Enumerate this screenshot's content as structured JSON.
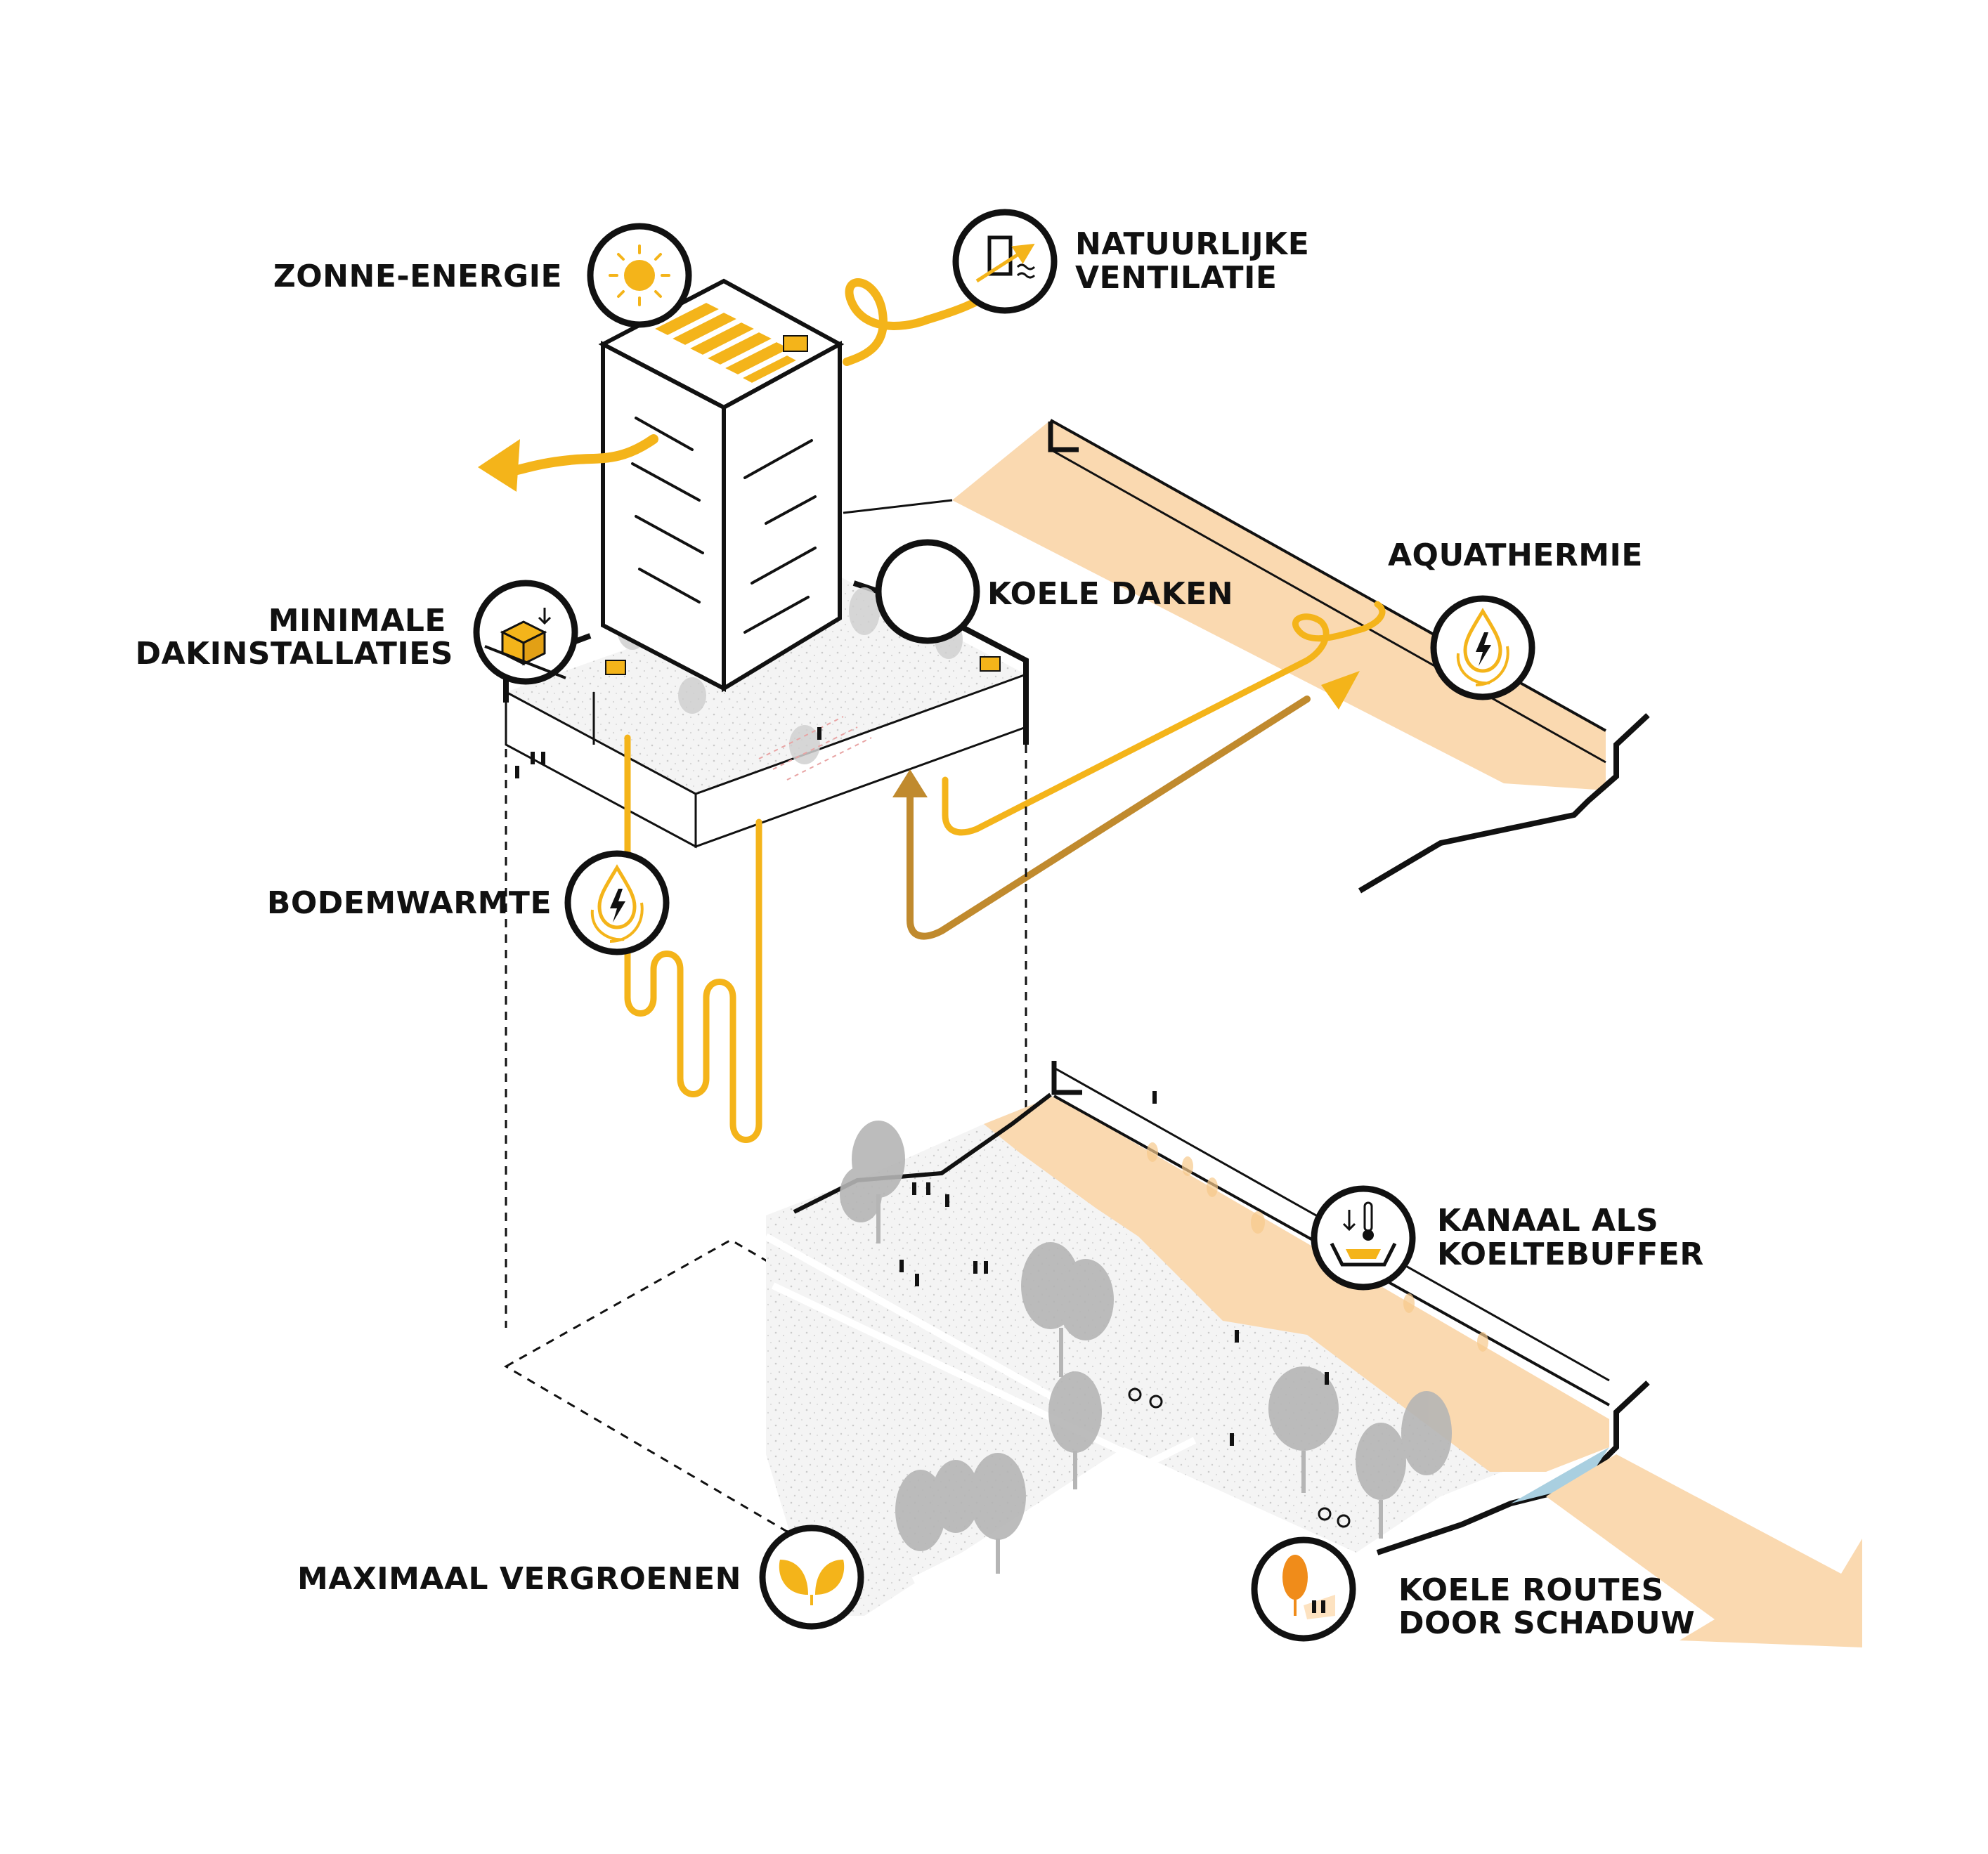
{
  "colors": {
    "accent": "#f4b41a",
    "accent_dark": "#c08a2e",
    "water": "#fad9b0",
    "line": "#111111",
    "tree": "#b5b5b5",
    "ground": "#ececec"
  },
  "labels": {
    "zonne_energie": "ZONNE-ENERGIE",
    "ventilatie_1": "NATUURLIJKE",
    "ventilatie_2": "VENTILATIE",
    "koele_daken": "KOELE DAKEN",
    "aquathermie": "AQUATHERMIE",
    "dakinstallaties_1": "MINIMALE",
    "dakinstallaties_2": "DAKINSTALLATIES",
    "bodemwarmte": "BODEMWARMTE",
    "kanaal_1": "KANAAL ALS",
    "kanaal_2": "KOELTEBUFFER",
    "vergroenen": "MAXIMAAL VERGROENEN",
    "routes_1": "KOELE ROUTES",
    "routes_2": "DOOR SCHADUW"
  },
  "icons": {
    "sun": "sun-icon",
    "window": "window-ventilation-icon",
    "cool_roof": "cool-roof-icon",
    "aquathermie": "water-energy-icon",
    "roof_units": "roof-installation-icon",
    "soil_heat": "soil-heat-energy-icon",
    "canal": "canal-thermometer-icon",
    "leaves": "leaves-icon",
    "shade_tree": "shade-tree-icon"
  }
}
